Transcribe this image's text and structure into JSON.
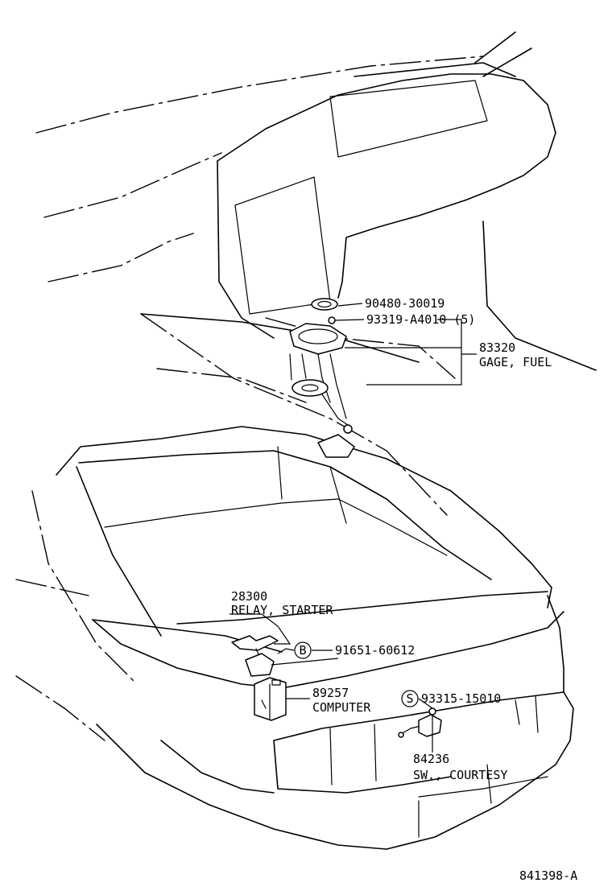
{
  "callouts": {
    "p90480": "90480-30019",
    "p93319": "93319-A4010 (5)",
    "p83320_num": "83320",
    "p83320_name": "GAGE, FUEL",
    "p28300_num": "28300",
    "p28300_name": "RELAY, STARTER",
    "p91651": "91651-60612",
    "p91651_badge": "B",
    "p89257_num": "89257",
    "p89257_name": "COMPUTER",
    "p93315": "93315-15010",
    "p93315_badge": "S",
    "p84236_num": "84236",
    "p84236_name": "SW., COURTESY"
  },
  "drawing_number": "841398-A"
}
